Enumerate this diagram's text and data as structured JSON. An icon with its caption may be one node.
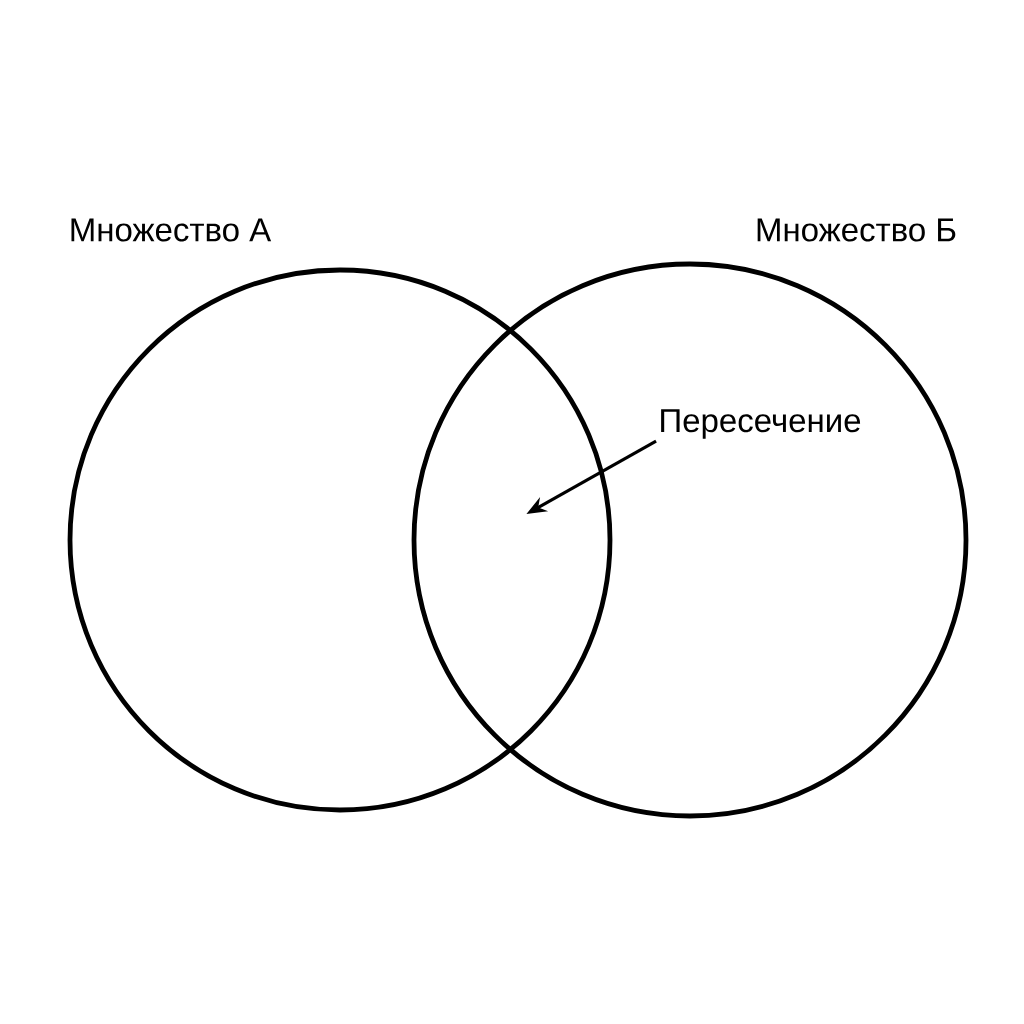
{
  "diagram": {
    "nodes": [
      {
        "text": [
          "Множество А"
        ]
      },
      {
        "text": [
          "Множество Б"
        ]
      },
      {
        "text": [
          "Пересечение"
        ],
        "in": 1
      }
    ],
    "edges": [
      {
        "from": 2,
        "to": 0,
        "arrow": "to"
      }
    ]
  }
}
